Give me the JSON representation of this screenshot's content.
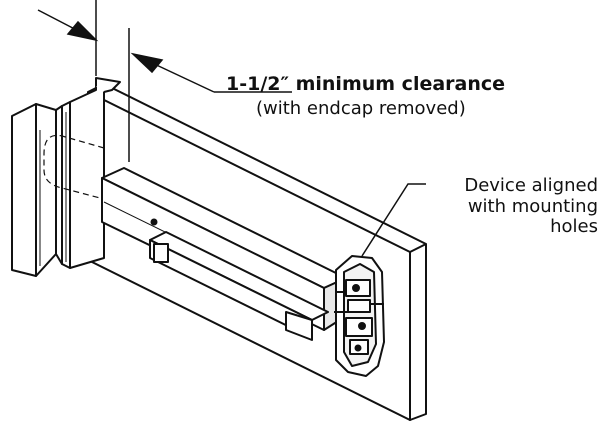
{
  "labels": {
    "clearance_title": "1-1/2″ minimum clearance",
    "clearance_note": "(with endcap removed)",
    "device_line1": "Device aligned",
    "device_line2": "with mounting",
    "device_line3": "holes"
  },
  "colors": {
    "stroke": "#111111",
    "bar_fill": "#ffffff",
    "shade": "#555555"
  }
}
